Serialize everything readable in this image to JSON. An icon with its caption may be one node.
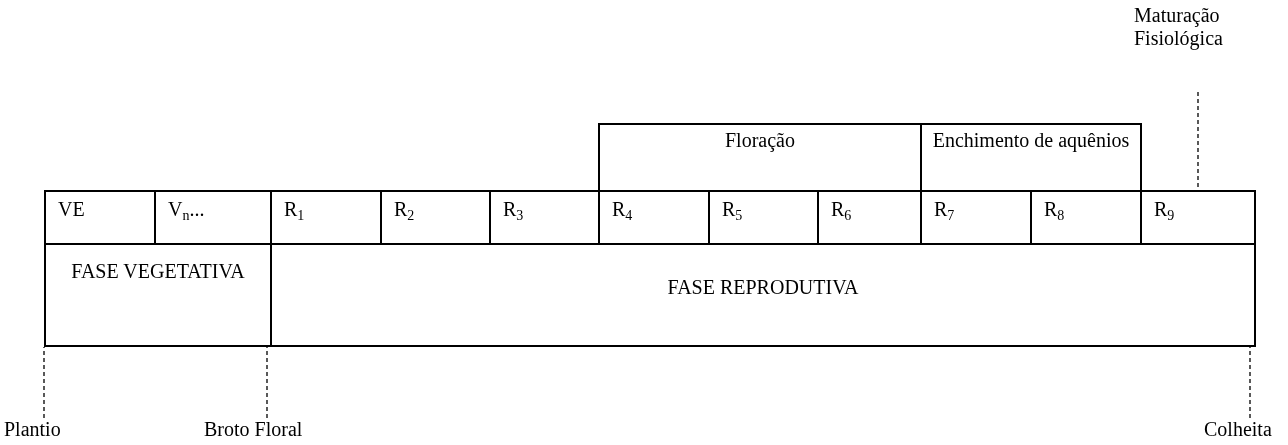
{
  "diagram": {
    "nodes": [
      {
        "text": [
          "Floração"
        ]
      },
      {
        "text": [
          "Enchimento de aquênios"
        ]
      },
      {
        "text": [
          "VE"
        ]
      },
      {
        "text": [
          "V$_{n}$..."
        ]
      },
      {
        "text": [
          "R$_{1}$"
        ]
      },
      {
        "text": [
          "R$_{2}$"
        ]
      },
      {
        "text": [
          "R$_{3}$"
        ]
      },
      {
        "text": [
          "R$_{4}$"
        ]
      },
      {
        "text": [
          "R$_{5}$"
        ]
      },
      {
        "text": [
          "R$_{6}$"
        ]
      },
      {
        "text": [
          "R$_{7}$"
        ]
      },
      {
        "text": [
          "R$_{8}$"
        ]
      },
      {
        "text": [
          "R$_{9}$"
        ]
      },
      {
        "text": [
          "FASE VEGETATIVA"
        ]
      },
      {
        "text": [
          "FASE REPRODUTIVA"
        ]
      },
      {
        "text": [
          "Plantio"
        ]
      },
      {
        "text": [
          "Broto Floral"
        ]
      },
      {
        "text": [
          "Colheita"
        ]
      },
      {
        "text": [
          "Maturação Fisiológica"
        ]
      }
    ],
    "edges": [
      {
        "from": 15,
        "to": 13,
        "arrow": "none",
        "style": "dashed"
      },
      {
        "from": 16,
        "to": 14,
        "arrow": "none",
        "style": "dashed"
      },
      {
        "from": 17,
        "to": 14,
        "arrow": "none",
        "style": "dashed"
      },
      {
        "from": 18,
        "to": 12,
        "arrow": "none",
        "style": "dashed"
      }
    ]
  }
}
